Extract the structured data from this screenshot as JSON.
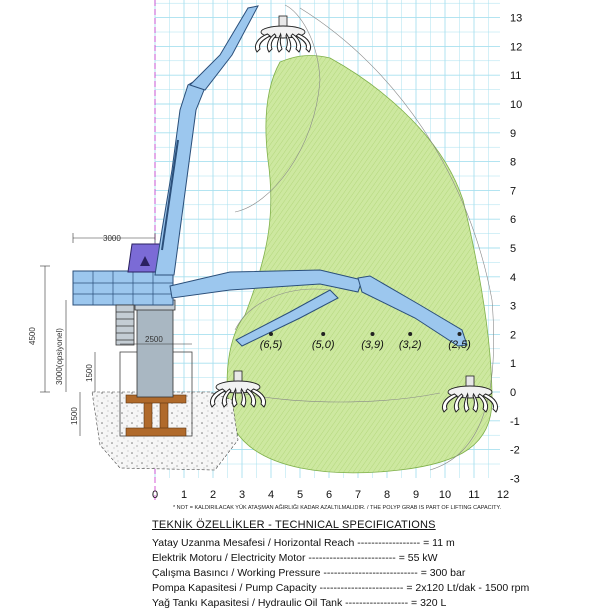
{
  "ticks": {
    "x": [
      "0",
      "1",
      "2",
      "3",
      "4",
      "5",
      "6",
      "7",
      "8",
      "9",
      "10",
      "11",
      "12"
    ],
    "y": [
      "13",
      "12",
      "11",
      "10",
      "9",
      "8",
      "7",
      "6",
      "5",
      "4",
      "3",
      "2",
      "1",
      "0",
      "-1",
      "-2",
      "-3"
    ]
  },
  "dimensions": {
    "width_top": "3000",
    "height_total": "4500",
    "height_optional": "3000(opsiyonel)",
    "height_1500_a": "1500",
    "height_1500_b": "1500",
    "pedestal_width": "2500"
  },
  "capacity_labels": [
    "(6,5)",
    "(5,0)",
    "(3,9)",
    "(3,2)",
    "(2,5)"
  ],
  "capacity_values_t": [
    6.5,
    5.0,
    3.9,
    3.2,
    2.5
  ],
  "capacity_positions_m": [
    4,
    5.8,
    7.5,
    8.8,
    10.5
  ],
  "note": "* NOT = KALDIRILACAK YÜK ATAŞMAN AĞIRLIĞI KADAR AZALTILMALIDIR. / THE POLYP GRAB IS PART OF LIFTING CAPACITY.",
  "specs": {
    "title": "TEKNİK ÖZELLİKLER - TECHNICAL SPECIFICATIONS",
    "rows": [
      "Yatay Uzanma Mesafesi / Horizontal Reach ------------------ = 11 m",
      "Elektrik Motoru / Electricity Motor ------------------------- = 55 kW",
      "Çalışma Basıncı / Working Pressure --------------------------- = 300 bar",
      "Pompa Kapasitesi / Pump Capacity ------------------------ = 2x120 Lt/dak - 1500 rpm",
      "Yağ Tankı Kapasitesi / Hydraulic Oil Tank ------------------ = 320 L"
    ]
  },
  "colors": {
    "grid": "#a8e0ef",
    "zone": "#cde8a0",
    "zone_hatch": "#b3d77c",
    "boom": "#9cc7ee",
    "boom_stroke": "#2b4f7a",
    "cabin": "#7b6bd6",
    "pedestal": "#a9b7c2",
    "foundation_bar": "#b06a2b",
    "centerline": "#cc33cc"
  }
}
